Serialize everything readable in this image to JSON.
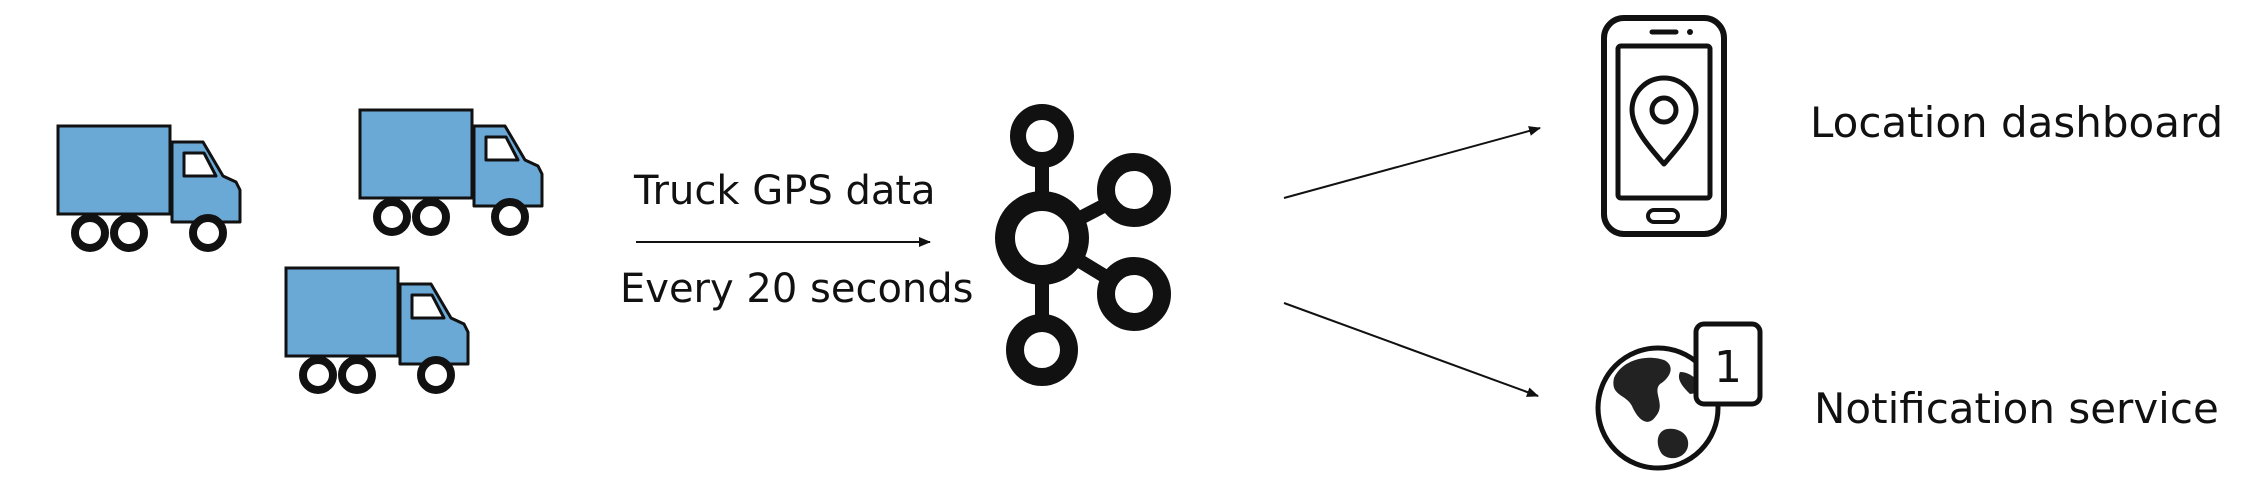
{
  "diagram": {
    "edge_label_top": "Truck GPS data",
    "edge_label_bottom": "Every 20 seconds",
    "nodes": {
      "trucks": {
        "count": 3,
        "icon": "truck-icon",
        "color": "#6aa8d6"
      },
      "broker": {
        "icon": "kafka-logo-icon"
      },
      "dashboard": {
        "label": "Location dashboard",
        "icon": "smartphone-location-icon"
      },
      "notification": {
        "label": "Notification service",
        "icon": "globe-notification-icon",
        "badge": "1"
      }
    }
  }
}
